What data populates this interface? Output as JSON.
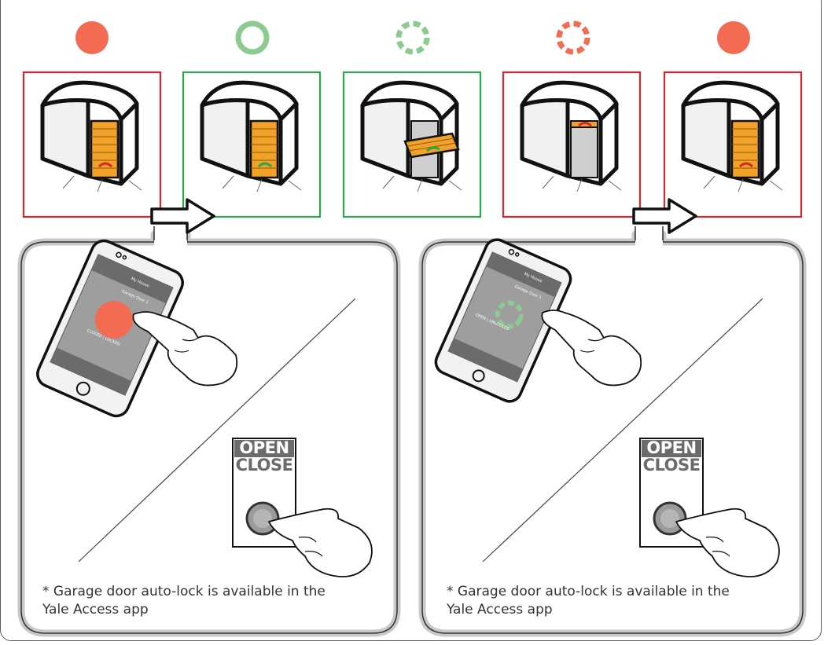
{
  "colors": {
    "locked": "#f26b52",
    "unlocked": "#8ccb8f",
    "locked_frame": "#d9262c",
    "unlocked_frame": "#2aa84a",
    "door": "#f2a129",
    "panel_border": "#c8c8c8"
  },
  "stages": [
    {
      "status": "locked",
      "indicator": "solid-circle",
      "door": "closed"
    },
    {
      "status": "unlocked",
      "indicator": "ring",
      "door": "closed"
    },
    {
      "status": "unlocked",
      "indicator": "dashed-ring",
      "door": "opening"
    },
    {
      "status": "locked",
      "indicator": "dashed-ring",
      "door": "closing"
    },
    {
      "status": "locked",
      "indicator": "solid-circle",
      "door": "closed"
    }
  ],
  "panels": [
    {
      "phone": {
        "home_title": "My House",
        "door_name": "Garage Door 1",
        "status_text": "CLOSED | LOCKED"
      },
      "wall_button": {
        "open_label": "OPEN",
        "close_label": "CLOSE"
      },
      "note": "* Garage door auto-lock is available in the Yale Access app"
    },
    {
      "phone": {
        "home_title": "My House",
        "door_name": "Garage Door 1",
        "status_text": "OPEN | UNLOCKED"
      },
      "wall_button": {
        "open_label": "OPEN",
        "close_label": "CLOSE"
      },
      "note": "* Garage door auto-lock is available in the Yale Access app"
    }
  ]
}
